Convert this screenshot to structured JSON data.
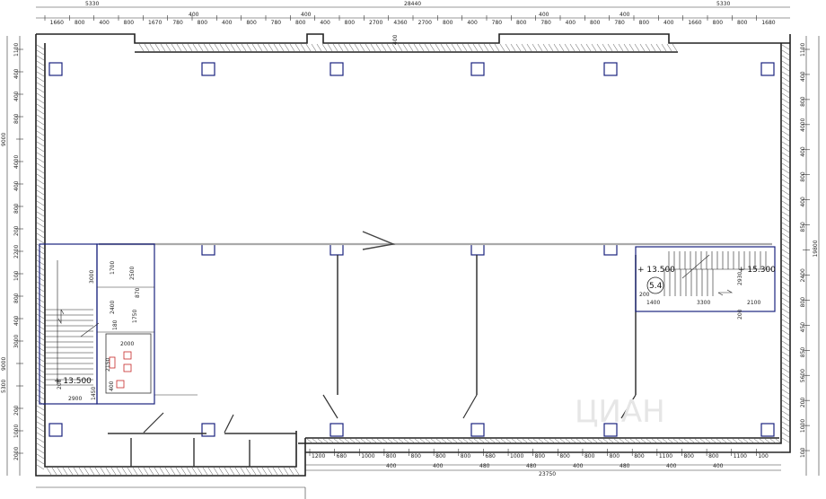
{
  "top_dims_outer": [
    "5330",
    "28440",
    "5330"
  ],
  "top_dims_inner": [
    "1660",
    "800",
    "400",
    "800",
    "1670",
    "780",
    "800",
    "400",
    "800",
    "780",
    "800",
    "400",
    "800",
    "2700",
    "4360",
    "2700",
    "800",
    "400",
    "780",
    "800",
    "780",
    "400",
    "800",
    "780",
    "800",
    "400",
    "1660",
    "800",
    "800",
    "1680"
  ],
  "top_inner_label": "400",
  "left_dims": [
    "1100",
    "400",
    "400",
    "800",
    "9000",
    "4000",
    "400",
    "800",
    "200",
    "2200",
    "100",
    "800",
    "400",
    "3000",
    "9000",
    "5300",
    "200",
    "1000",
    "2000"
  ],
  "right_dims": [
    "1100",
    "400",
    "800",
    "4000",
    "400",
    "800",
    "400",
    "850",
    "19800",
    "2400",
    "800",
    "450",
    "850",
    "5600",
    "200",
    "1000",
    "100"
  ],
  "bottom_dims": [
    "1200",
    "680",
    "1000",
    "800",
    "800",
    "800",
    "800",
    "680",
    "1000",
    "800",
    "800",
    "800",
    "800",
    "800",
    "1100",
    "800",
    "800",
    "1100",
    "100"
  ],
  "bottom_sub_dims": [
    "400",
    "400",
    "480",
    "480",
    "400",
    "480",
    "400",
    "400"
  ],
  "bottom_total": "23750",
  "room_dims": {
    "stair_left_w": "2900",
    "stair_left_h": "3000",
    "r1": "1700",
    "r2": "2500",
    "r3": "870",
    "r4": "2400",
    "r5": "1750",
    "r6": "180",
    "r7": "2000",
    "r8": "2150",
    "r9": "1450",
    "r10": "200",
    "r11": "400"
  },
  "right_stair_dims": [
    "1400",
    "3300",
    "2100",
    "200",
    "2930",
    "200"
  ],
  "levels": {
    "left": "+ 13.500",
    "right_a": "+ 13.500",
    "right_b": "+ 15.300"
  },
  "axis_mark": "5.4",
  "watermark": "ЦИАН"
}
